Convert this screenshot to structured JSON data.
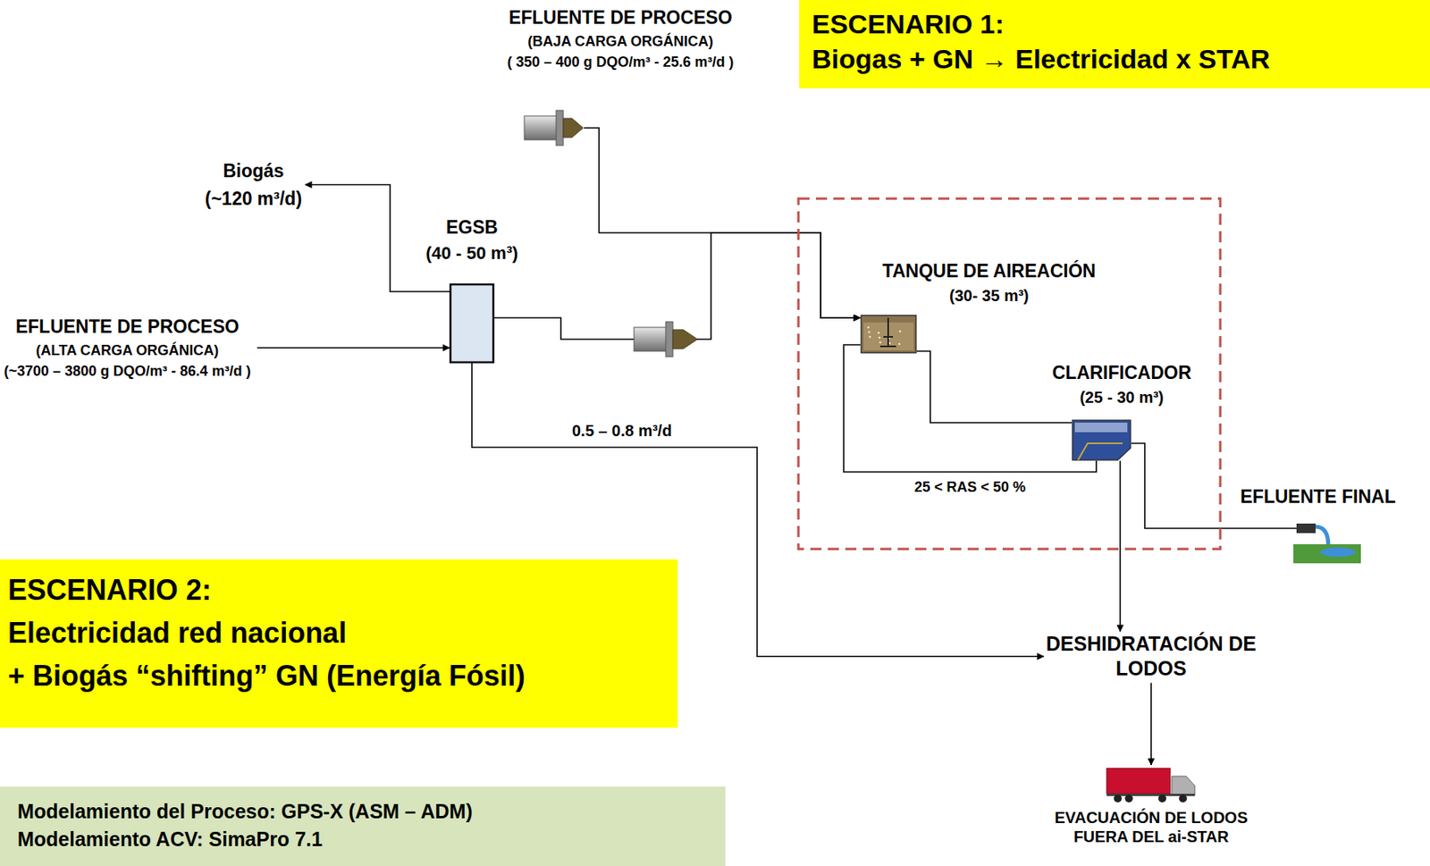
{
  "diagram": {
    "nodes": [
      {
        "text": [
          "EFLUENTE DE PROCESO",
          "(BAJA CARGA ORGÁNICA)",
          "( 350 – 400  g DQO/m³  - 25.6 m³/d )"
        ]
      },
      {
        "text": [
          "ESCENARIO 1:",
          "Biogas + GN → Electricidad x STAR"
        ]
      },
      {
        "text": [
          "Biogás",
          "(~120 m³/d)"
        ]
      },
      {
        "text": [
          "EGSB",
          "(40 - 50 m³)"
        ]
      },
      {
        "text": [
          "EFLUENTE DE PROCESO",
          "(ALTA CARGA ORGÁNICA)",
          "(~3700 – 3800  g DQO/m³  - 86.4 m³/d )"
        ]
      },
      {
        "text": [
          "TANQUE DE AIREACIÓN",
          "(30- 35 m³)"
        ]
      },
      {
        "text": [
          "CLARIFICADOR",
          "(25 - 30 m³)"
        ]
      },
      {
        "text": [
          "EFLUENTE FINAL"
        ]
      },
      {
        "text": [
          "ESCENARIO 2:",
          "Electricidad red nacional",
          "+ Biogás “shifting” GN (Energía Fósil)"
        ]
      },
      {
        "text": [
          "DESHIDRATACIÓN DE LODOS"
        ]
      },
      {
        "text": [
          "Modelamiento del Proceso: GPS-X (ASM – ADM)",
          "Modelamiento ACV: SimaPro 7.1"
        ]
      },
      {
        "text": [
          "EVACUACIÓN DE LODOS FUERA DEL ai-STAR"
        ]
      }
    ],
    "edges": [
      {
        "from": 0,
        "to": 5,
        "arrow": "to"
      },
      {
        "from": 4,
        "to": 3,
        "arrow": "to"
      },
      {
        "from": 3,
        "to": 2,
        "arrow": "to"
      },
      {
        "from": 3,
        "to": 5,
        "arrow": "to"
      },
      {
        "from": 5,
        "to": 6,
        "arrow": "none"
      },
      {
        "from": 6,
        "to": 5,
        "label": "25 < RAS < 50 %",
        "arrow": "none"
      },
      {
        "from": 6,
        "to": 7,
        "arrow": "none"
      },
      {
        "from": 6,
        "to": 9,
        "arrow": "to"
      },
      {
        "from": 3,
        "to": 9,
        "label": "0.5 – 0.8 m³/d",
        "arrow": "to"
      },
      {
        "from": 9,
        "to": 11,
        "arrow": "to"
      }
    ]
  }
}
